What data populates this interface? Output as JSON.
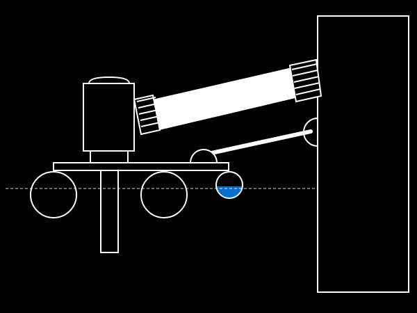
{
  "colors": {
    "background": "#000000",
    "stroke": "#ffffff",
    "water": "#0a6fc4",
    "arm_fill": "#ffffff"
  },
  "parts": [
    "wall",
    "wall-pivot",
    "tilted-arm",
    "arm-collar-left",
    "arm-collar-right",
    "motor-housing",
    "support-rod",
    "rod-pivot",
    "carriage-plate",
    "vertical-shaft",
    "left-wheel",
    "middle-wheel",
    "float-bulb",
    "waterline"
  ],
  "float": {
    "fill_level": 0.45
  }
}
